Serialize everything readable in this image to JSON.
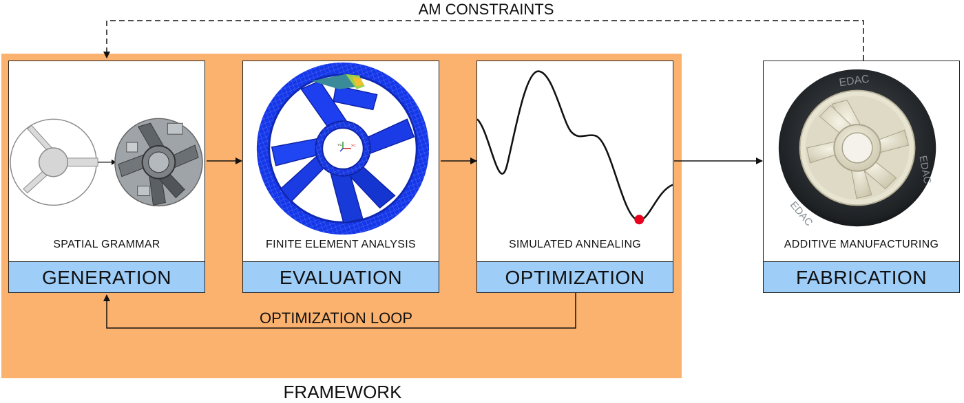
{
  "top_label": "AM CONSTRAINTS",
  "loop_label": "OPTIMIZATION LOOP",
  "framework_label": "FRAMEWORK",
  "stages": [
    {
      "caption": "SPATIAL GRAMMAR",
      "label": "GENERATION"
    },
    {
      "caption": "FINITE ELEMENT ANALYSIS",
      "label": "EVALUATION"
    },
    {
      "caption": "SIMULATED ANNEALING",
      "label": "OPTIMIZATION"
    },
    {
      "caption": "ADDITIVE MANUFACTURING",
      "label": "FABRICATION"
    }
  ],
  "fea_axis": {
    "y": "YC",
    "x": "XC"
  },
  "wheel_brand": "EDAC",
  "colors": {
    "framework": "#fbb26e",
    "stage_label": "#9ecdf8",
    "minimum_point": "#e8001c"
  }
}
